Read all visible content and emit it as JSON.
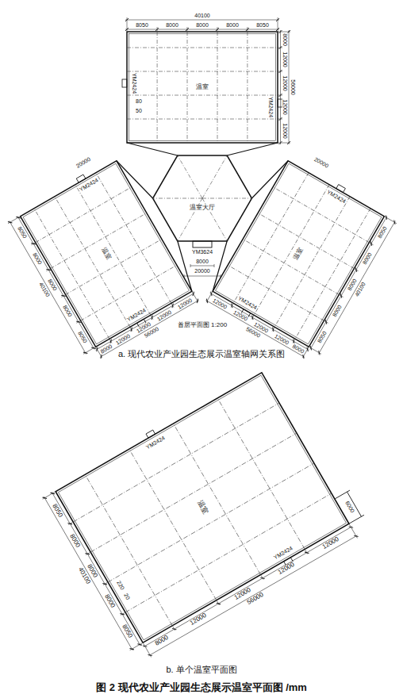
{
  "diagram": {
    "caption": "图 2 现代农业产业园生态展示温室平面图 /mm",
    "nodes": [
      {
        "text": [
          "温室"
        ]
      },
      {
        "text": [
          "温室大厅"
        ]
      },
      {
        "text": [
          "温室"
        ]
      },
      {
        "text": [
          "温室"
        ]
      },
      {
        "text": [
          "温室"
        ]
      }
    ],
    "labels": [
      "40100",
      "8050",
      "8000",
      "8000",
      "8000",
      "8050",
      "8000",
      "12000",
      "12000",
      "12000",
      "12000",
      "56000",
      "YM2424",
      "YM2424",
      "80",
      "50",
      "20000",
      "20000",
      "40100",
      "8050",
      "8000",
      "8000",
      "8000",
      "8050",
      "8000",
      "12000",
      "12000",
      "12000",
      "12000",
      "56000",
      "YM2424",
      "YM2424",
      "40100",
      "8050",
      "8000",
      "8000",
      "8000",
      "8050",
      "8000",
      "12000",
      "12000",
      "12000",
      "12000",
      "56000",
      "YM2424",
      "YM2424",
      "YM3624",
      "8000",
      "20000",
      "首层平面图 1:200",
      "a. 现代农业产业园生态展示温室轴网关系图",
      "8050",
      "8000",
      "8000",
      "8000",
      "8050",
      "40100",
      "220",
      "20",
      "8000",
      "12000",
      "12000",
      "12000",
      "12000",
      "56000",
      "6000",
      "YM2424",
      "YM2424",
      "b. 单个温室平面图"
    ]
  }
}
